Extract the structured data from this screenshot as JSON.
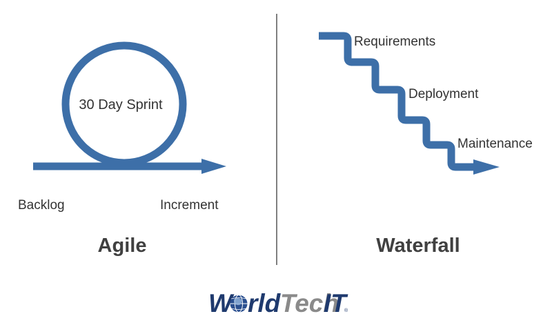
{
  "agile": {
    "title": "Agile",
    "loop_label": "30 Day Sprint",
    "start_label": "Backlog",
    "end_label": "Increment"
  },
  "waterfall": {
    "title": "Waterfall",
    "steps": [
      "Requirements",
      "Deployment",
      "Maintenance"
    ]
  },
  "logo": {
    "text_w": "W",
    "text_rld": "rld",
    "text_tech": "Tech",
    "text_it": "IT",
    "registered": "®"
  },
  "colors": {
    "line": "#3d6fa8",
    "text": "#333333",
    "title": "#404040",
    "divider": "#555555",
    "logo_navy": "#1f3a6e",
    "logo_gray": "#8a8a8a"
  }
}
